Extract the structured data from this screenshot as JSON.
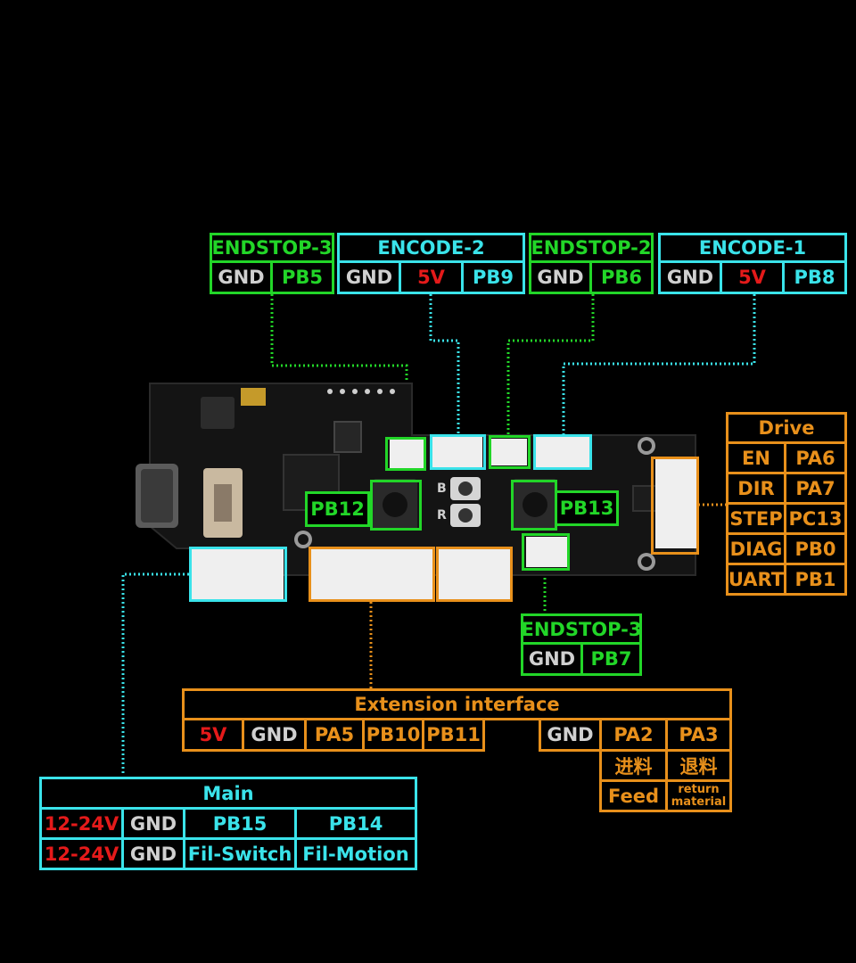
{
  "colors": {
    "endstop": "#22d628",
    "encode": "#3ae3ea",
    "drive": "#e8901b",
    "power": "#e41a1a",
    "gnd": "#d0d0d0"
  },
  "top": {
    "endstop3": {
      "title": "ENDSTOP-3",
      "pins": [
        "GND",
        "PB5"
      ]
    },
    "encode2": {
      "title": "ENCODE-2",
      "pins": [
        "GND",
        "5V",
        "PB9"
      ]
    },
    "endstop2": {
      "title": "ENDSTOP-2",
      "pins": [
        "GND",
        "PB6"
      ]
    },
    "encode1": {
      "title": "ENCODE-1",
      "pins": [
        "GND",
        "5V",
        "PB8"
      ]
    }
  },
  "board": {
    "btn_left": "PB12",
    "btn_right": "PB13",
    "label_b": "B",
    "label_r": "R"
  },
  "drive": {
    "title": "Drive",
    "rows": [
      [
        "EN",
        "PA6"
      ],
      [
        "DIR",
        "PA7"
      ],
      [
        "STEP",
        "PC13"
      ],
      [
        "DIAG",
        "PB0"
      ],
      [
        "UART",
        "PB1"
      ]
    ]
  },
  "endstop_bottom": {
    "title": "ENDSTOP-3",
    "pins": [
      "GND",
      "PB7"
    ]
  },
  "extension": {
    "title": "Extension interface",
    "left_pins": [
      "5V",
      "GND",
      "PA5",
      "PB10",
      "PB11"
    ],
    "right_pins": [
      "GND",
      "PA2",
      "PA3"
    ],
    "cn": [
      "进料",
      "退料"
    ],
    "en": [
      "Feed",
      "return material"
    ]
  },
  "main": {
    "title": "Main",
    "row1": [
      "12-24V",
      "GND",
      "PB15",
      "PB14"
    ],
    "row2": [
      "12-24V",
      "GND",
      "Fil-Switch",
      "Fil-Motion"
    ]
  }
}
